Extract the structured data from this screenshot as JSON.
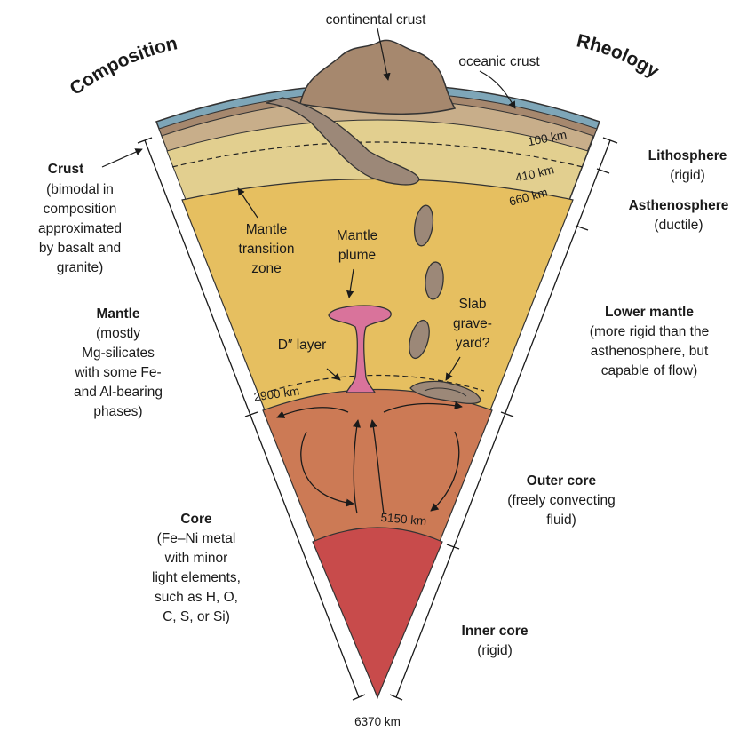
{
  "headers": {
    "composition": "Composition",
    "rheology": "Rheology"
  },
  "top": {
    "continental_crust": "continental crust",
    "oceanic_crust": "oceanic crust"
  },
  "depths": {
    "d100": "100 km",
    "d410": "410 km",
    "d660": "660 km",
    "d2900": "2900 km",
    "d5150": "5150 km",
    "d6370": "6370 km"
  },
  "inner_labels": {
    "transition_1": "Mantle",
    "transition_2": "transition",
    "transition_3": "zone",
    "plume_1": "Mantle",
    "plume_2": "plume",
    "dlayer": "D″ layer",
    "slab_1": "Slab",
    "slab_2": "grave-",
    "slab_3": "yard?"
  },
  "composition": {
    "crust_title": "Crust",
    "crust_desc": [
      "(bimodal in",
      "composition",
      "approximated",
      "by basalt and",
      "granite)"
    ],
    "mantle_title": "Mantle",
    "mantle_desc": [
      "(mostly",
      "Mg-silicates",
      "with some Fe-",
      "and Al-bearing",
      "phases)"
    ],
    "core_title": "Core",
    "core_desc": [
      "(Fe–Ni metal",
      "with minor",
      "light elements,",
      "such as H, O,",
      "C, S, or Si)"
    ]
  },
  "rheology": {
    "litho_title": "Lithosphere",
    "litho_desc": "(rigid)",
    "astheno_title": "Asthenosphere",
    "astheno_desc": "(ductile)",
    "lower_title": "Lower mantle",
    "lower_desc": [
      "(more rigid than the",
      "asthenosphere, but",
      "capable of flow)"
    ],
    "outer_title": "Outer core",
    "outer_desc": [
      "(freely convecting",
      "fluid)"
    ],
    "inner_title": "Inner core",
    "inner_desc": "(rigid)"
  },
  "colors": {
    "oceanic": "#7ea6b8",
    "crust": "#a6886e",
    "lithosphere": "#c8ae8a",
    "transition": "#e2cf8f",
    "lower_mantle": "#e6bf60",
    "outer_core": "#cc7a55",
    "inner_core": "#c84b4b",
    "plume": "#d9739b",
    "slab": "#9c8878"
  }
}
